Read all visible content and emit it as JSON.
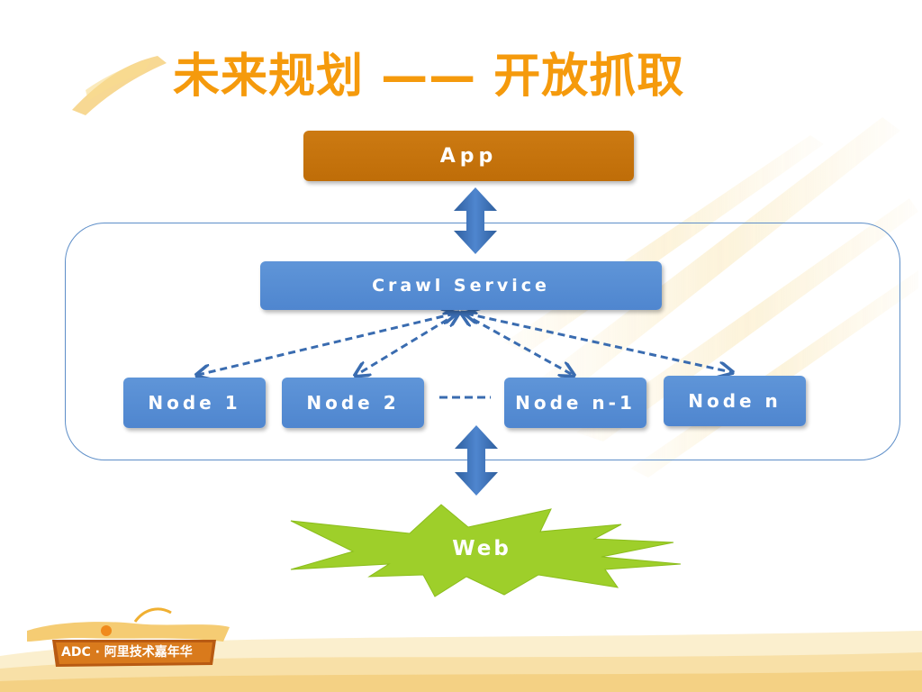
{
  "slide": {
    "title": "未来规划 —— 开放抓取"
  },
  "diagram": {
    "app_label": "App",
    "crawl_service_label": "Crawl Service",
    "nodes": [
      "Node 1",
      "Node 2",
      "Node n-1",
      "Node n"
    ],
    "web_label": "Web"
  },
  "footer": {
    "logo_text": "ADC · 阿里技术嘉年华"
  },
  "colors": {
    "title": "#f59a0c",
    "app_box": "#c67510",
    "service_box": "#5590d5",
    "arrow": "#3a6cb0",
    "web_burst": "#9ecf2a",
    "cluster_border": "#5d8ec8"
  }
}
